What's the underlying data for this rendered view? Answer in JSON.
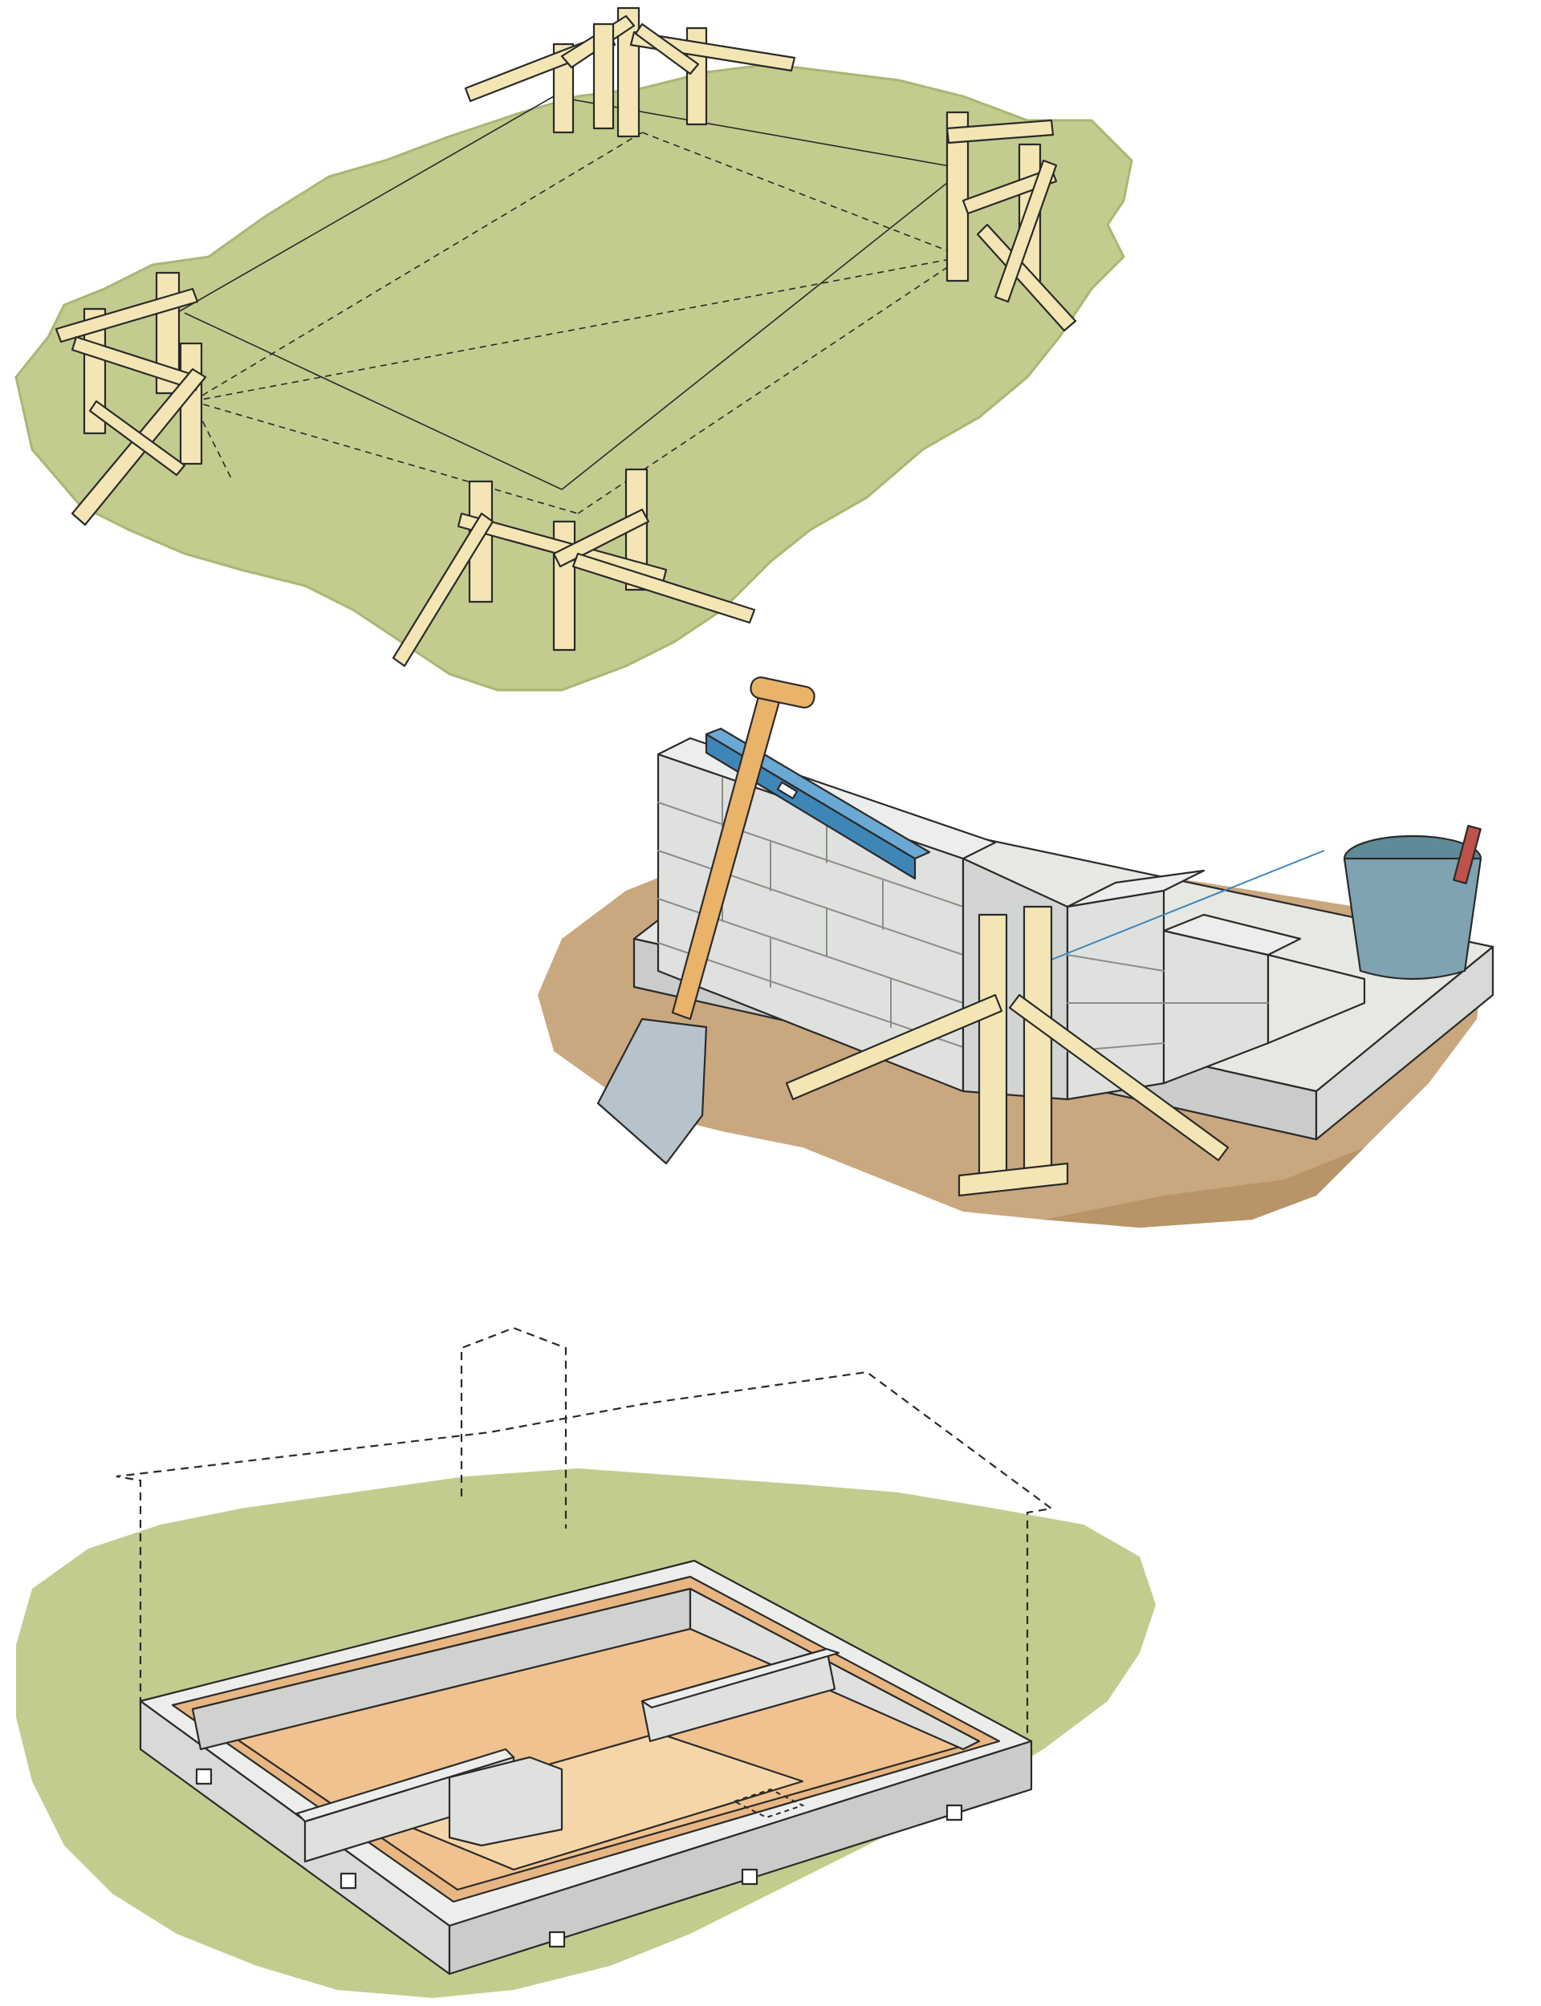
{
  "figure": {
    "panels": [
      {
        "id": "staking",
        "subject": "batter-boards-and-layout-strings"
      },
      {
        "id": "wall",
        "subject": "block-wall-with-shovel-level-bucket"
      },
      {
        "id": "foundation",
        "subject": "block-foundation-with-house-outline"
      }
    ]
  },
  "colors": {
    "grass": "#c3cc8e",
    "grass_edge": "#aab673",
    "wood": "#f3e6b4",
    "wood_dark": "#d9c68a",
    "block": "#dfe1de",
    "block_shade": "#c9ccc8",
    "soil": "#c9a77f",
    "soil_dark": "#b89468",
    "sand": "#efc08e",
    "sand_light": "#f6d6a8",
    "level_blue": "#3f86b8",
    "bucket": "#7fa3b0",
    "shovel_blade": "#b7c3cc",
    "handle": "#e9b36a",
    "ink": "#2a2a2a"
  }
}
